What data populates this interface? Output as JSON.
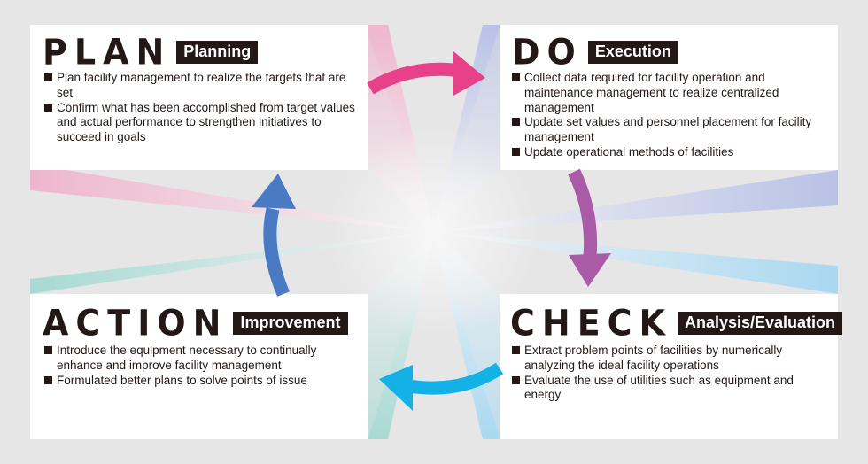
{
  "colors": {
    "background": "#e6e6e6",
    "plan_arrow": "#e8418a",
    "do_arrow": "#a95ba8",
    "check_arrow": "#14b1e7",
    "action_arrow": "#4b7ac5",
    "ray_pink": "#eeb6cc",
    "ray_blue": "#b9c2e6",
    "ray_lightblue": "#a9d8f1",
    "ray_teal": "#a8d9d3"
  },
  "plan": {
    "title": "PLAN",
    "tag": "Planning",
    "items": [
      "Plan facility management to realize the targets that are set",
      "Confirm what has been accomplished from target values and actual performance to strengthen initiatives to succeed in goals"
    ]
  },
  "do": {
    "title": "DO",
    "tag": "Execution",
    "items": [
      "Collect data required for facility operation and maintenance management to realize centralized management",
      "Update set values and personnel placement for facility management",
      "Update operational methods of facilities"
    ]
  },
  "check": {
    "title": "CHECK",
    "tag": "Analysis/Evaluation",
    "items": [
      "Extract problem points of facilities by numerically analyzing the ideal facility operations",
      "Evaluate the use of utilities such as equipment and energy"
    ]
  },
  "action": {
    "title": "ACTION",
    "tag": "Improvement",
    "items": [
      "Introduce the equipment necessary to continually enhance and improve facility management",
      "Formulated better plans to solve points of issue"
    ]
  }
}
